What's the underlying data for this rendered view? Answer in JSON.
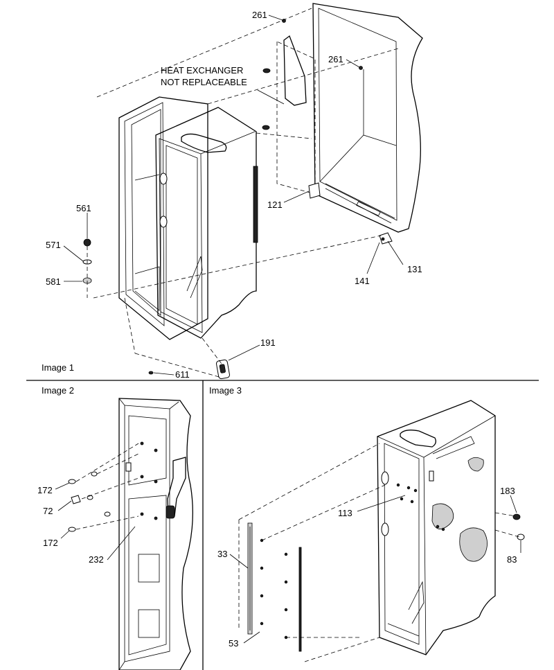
{
  "panels": {
    "image1": "Image 1",
    "image2": "Image 2",
    "image3": "Image 3"
  },
  "notes": {
    "heat_exchanger_line1": "HEAT EXCHANGER",
    "heat_exchanger_line2": "NOT REPLACEABLE"
  },
  "callouts": {
    "p261a": "261",
    "p261b": "261",
    "p121": "121",
    "p561": "561",
    "p571": "571",
    "p581": "581",
    "p131": "131",
    "p141": "141",
    "p191": "191",
    "p611": "611",
    "p172a": "172",
    "p72": "72",
    "p172b": "172",
    "p232": "232",
    "p113": "113",
    "p183": "183",
    "p33": "33",
    "p83": "83",
    "p53": "53"
  }
}
